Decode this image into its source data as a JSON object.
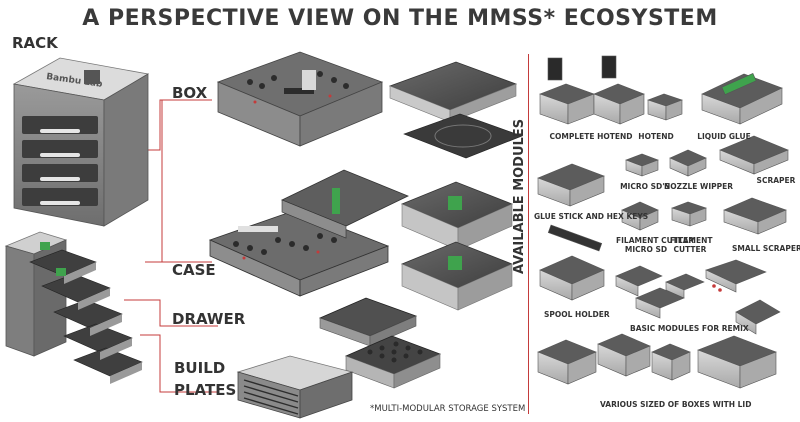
{
  "title": "A PERSPECTIVE VIEW ON THE MMSS* ECOSYSTEM",
  "footnote": "*MULTI-MODULAR STORAGE SYSTEM",
  "brand": "Bambu Lab",
  "sections": {
    "rack": "RACK",
    "box": "BOX",
    "case": "CASE",
    "drawer": "DRAWER",
    "build_plates_1": "BUILD",
    "build_plates_2": "PLATES"
  },
  "available_modules_title": "AVAILABLE MODULES",
  "modules": {
    "complete_hotend": "COMPLETE HOTEND",
    "hotend": "HOTEND",
    "liquid_glue": "LIQUID GLUE",
    "micro_sds": "MICRO SD'S",
    "nozzle_wipper": "NOZZLE WIPPER",
    "scraper": "SCRAPER",
    "glue_stick_hex": "GLUE STICK AND HEX KEYS",
    "filament_cutter_sd_1": "FILAMENT CUTTER",
    "filament_cutter_sd_2": "MICRO SD",
    "filament_cutter_1": "FILAMENT",
    "filament_cutter_2": "CUTTER",
    "small_scraper": "SMALL SCRAPER",
    "spool_holder": "SPOOL HOLDER",
    "basic_modules": "BASIC MODULES FOR REMIX",
    "boxes_with_lid": "VARIOUS SIZED OF BOXES WITH LID"
  },
  "colors": {
    "body_gray": "#8a8a8a",
    "dark_gray": "#555555",
    "light_gray": "#c9c9c9",
    "accent_red": "#c43b3b",
    "accent_green": "#3fa34d"
  }
}
